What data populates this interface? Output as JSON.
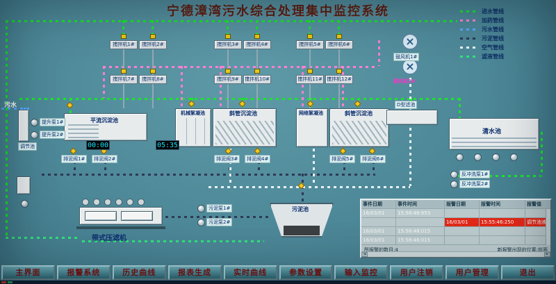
{
  "title": "宁德漳湾污水综合处理集中监控系统",
  "inlet_label": "污水",
  "legend": {
    "items": [
      {
        "label": "进水管线",
        "color": "#19e626"
      },
      {
        "label": "加药管线",
        "color": "#ff7fd4"
      },
      {
        "label": "污水管线",
        "color": "#58a7ff"
      },
      {
        "label": "污泥管线",
        "color": "#2e3a55"
      },
      {
        "label": "空气管线",
        "color": "#e6f2f6"
      },
      {
        "label": "滤液管线",
        "color": "#2fe27a"
      }
    ]
  },
  "mixers": {
    "row1": [
      "搅拌机1#",
      "搅拌机2#",
      "搅拌机3#",
      "搅拌机4#",
      "搅拌机5#",
      "搅拌机6#"
    ],
    "row2": [
      "搅拌机7#",
      "搅拌机8#",
      "搅拌机9#",
      "搅拌机10#",
      "搅拌机11#",
      "搅拌机12#"
    ]
  },
  "blowers": {
    "b1": "鼓风机1#",
    "b2": "鼓风机2#"
  },
  "tanks": {
    "tiaojie": "调节池",
    "pingliu": "平流沉淀池",
    "jixie": "机械絮凝池",
    "xieguan_a": "斜管沉淀池",
    "wangge": "网络絮凝池",
    "xieguan_b": "斜管沉淀池",
    "d_filter": "D型滤池",
    "qingshui": "清水池",
    "wuni": "污泥池",
    "yalvji": "带式压滤机"
  },
  "pumps": {
    "lift1": "提升泵1#",
    "lift2": "提升泵2#",
    "sludge1": "污泥泵1#",
    "sludge2": "污泥泵2#",
    "backwash1": "反冲洗泵1#",
    "backwash2": "反冲洗泵2#"
  },
  "valves": [
    "排泥阀1#",
    "排泥阀2#",
    "排泥阀3#",
    "排泥阀4#",
    "排泥阀5#",
    "排泥阀6#"
  ],
  "timers": {
    "t1": "00:00",
    "t2": "05:35"
  },
  "alarm_table": {
    "headers": [
      "事件日期",
      "事件时间",
      "报警日期",
      "报警时间",
      "报警值"
    ],
    "rows": [
      [
        "16/03/01",
        "15:58:48:953",
        "",
        "",
        ""
      ],
      [
        "",
        "",
        "16/03/01",
        "15:55:46:250",
        "调节池液位"
      ],
      [
        "16/03/01",
        "15:58:48:015",
        "",
        "",
        ""
      ],
      [
        "16/03/01",
        "15:58:46:015",
        "",
        "",
        ""
      ]
    ],
    "alarm_row_index": 1,
    "footer_left": "所报警的数目:4",
    "footer_right": "新报警出现的位置:前面"
  },
  "toolbar": {
    "buttons": [
      "主界面",
      "报警系统",
      "历史曲线",
      "报表生成",
      "实时曲线",
      "参数设置",
      "输入监控",
      "用户注销",
      "用户管理",
      "退出"
    ]
  },
  "colors": {
    "background": "#4c8797",
    "title_text": "#5c1e12",
    "button_text": "#7a1010",
    "alarm_highlight": "#e02818",
    "chip_bg": "#d9efef",
    "timer_digits": "#1ae6ff"
  }
}
